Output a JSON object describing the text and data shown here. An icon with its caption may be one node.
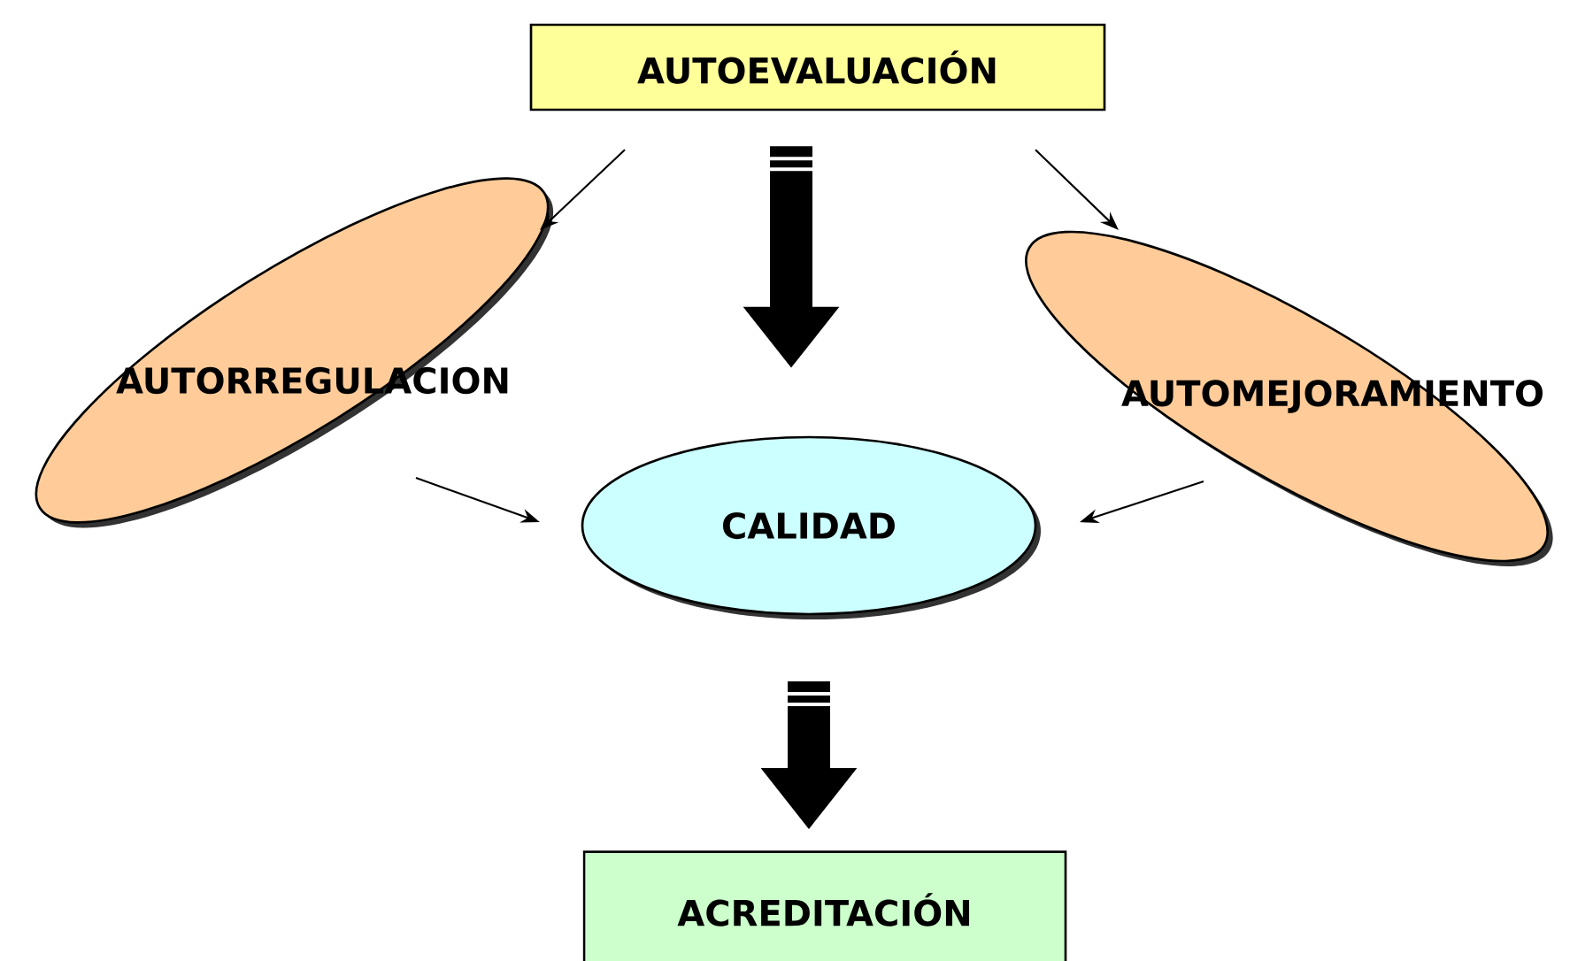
{
  "diagram": {
    "nodes": [
      {
        "text": [
          "AUTOEVALUACIÓN"
        ]
      },
      {
        "text": [
          "AUTORREGULACION"
        ]
      },
      {
        "text": [
          "AUTOMEJORAMIENTO"
        ]
      },
      {
        "text": [
          "CALIDAD"
        ]
      },
      {
        "text": [
          "ACREDITACIÓN"
        ]
      }
    ],
    "edges": [
      {
        "from": 0,
        "to": 1,
        "arrow": "to"
      },
      {
        "from": 0,
        "to": 3,
        "arrow": "to",
        "style": "thick"
      },
      {
        "from": 0,
        "to": 2,
        "arrow": "to"
      },
      {
        "from": 1,
        "to": 3,
        "arrow": "to"
      },
      {
        "from": 2,
        "to": 3,
        "arrow": "to"
      },
      {
        "from": 3,
        "to": 4,
        "arrow": "to",
        "style": "thick"
      }
    ]
  }
}
